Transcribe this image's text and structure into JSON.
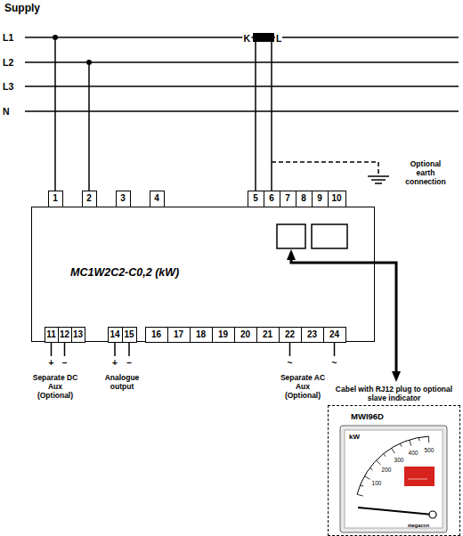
{
  "diagram": {
    "nodes": [
      {
        "text": [
          "MC1W2C2-C0,2 (kW)"
        ]
      },
      {
        "text": [
          "1"
        ],
        "in": 0
      },
      {
        "text": [
          "2"
        ],
        "in": 0
      },
      {
        "text": [
          "3"
        ],
        "in": 0
      },
      {
        "text": [
          "4"
        ],
        "in": 0
      },
      {
        "text": [
          "5"
        ],
        "in": 0
      },
      {
        "text": [
          "6"
        ],
        "in": 0
      },
      {
        "text": [
          "7"
        ],
        "in": 0
      },
      {
        "text": [
          "8"
        ],
        "in": 0
      },
      {
        "text": [
          "9"
        ],
        "in": 0
      },
      {
        "text": [
          "10"
        ],
        "in": 0
      },
      {
        "text": [
          "11"
        ],
        "in": 0
      },
      {
        "text": [
          "12"
        ],
        "in": 0
      },
      {
        "text": [
          "13"
        ],
        "in": 0
      },
      {
        "text": [
          "14"
        ],
        "in": 0
      },
      {
        "text": [
          "15"
        ],
        "in": 0
      },
      {
        "text": [
          "16"
        ],
        "in": 0
      },
      {
        "text": [
          "17"
        ],
        "in": 0
      },
      {
        "text": [
          "18"
        ],
        "in": 0
      },
      {
        "text": [
          "19"
        ],
        "in": 0
      },
      {
        "text": [
          "20"
        ],
        "in": 0
      },
      {
        "text": [
          "21"
        ],
        "in": 0
      },
      {
        "text": [
          "22"
        ],
        "in": 0
      },
      {
        "text": [
          "23"
        ],
        "in": 0
      },
      {
        "text": [
          "24"
        ],
        "in": 0
      },
      {
        "text": [
          "Cabel with RJ12 plug to optional slave indicator",
          "MWI96D"
        ]
      }
    ],
    "edges": [
      {
        "from": 0,
        "to": 25,
        "arrow": "both"
      }
    ],
    "labels": [
      "Supply",
      "L1",
      "L2",
      "L3",
      "N",
      "K",
      "L",
      "Optional earth connection",
      "+",
      "–",
      "Separate DC Aux (Optional)",
      "+",
      "–",
      "Analogue output",
      "~",
      "~",
      "Separate AC Aux (Optional)",
      "kW",
      "100",
      "200",
      "300",
      "400",
      "500",
      "megacon"
    ]
  }
}
